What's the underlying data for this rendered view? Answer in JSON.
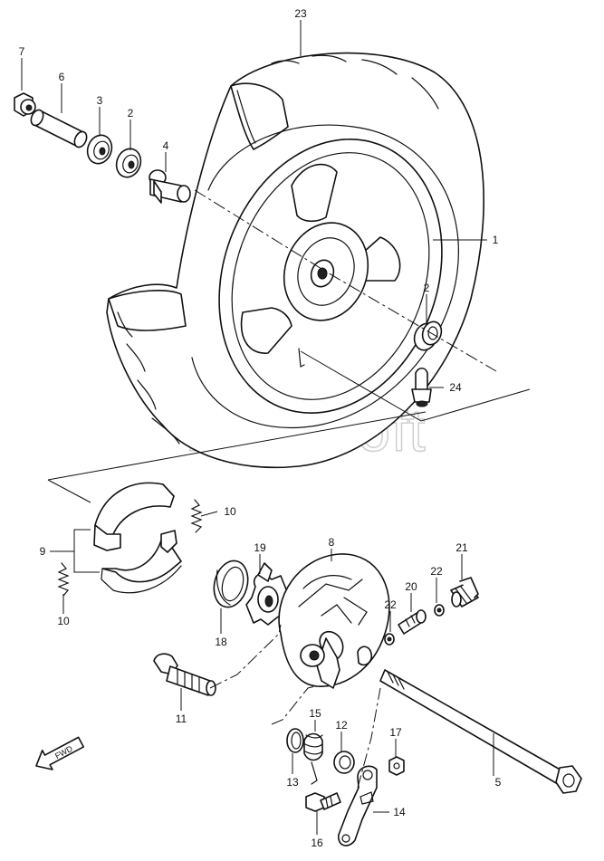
{
  "watermark": "AutoSoft",
  "fwd_label": "FWD",
  "callouts": [
    {
      "id": "c23",
      "text": "23"
    },
    {
      "id": "c7",
      "text": "7"
    },
    {
      "id": "c6",
      "text": "6"
    },
    {
      "id": "c3",
      "text": "3"
    },
    {
      "id": "c2a",
      "text": "2"
    },
    {
      "id": "c4",
      "text": "4"
    },
    {
      "id": "c1",
      "text": "1"
    },
    {
      "id": "c2b",
      "text": "2"
    },
    {
      "id": "c24",
      "text": "24"
    },
    {
      "id": "c10a",
      "text": "10"
    },
    {
      "id": "c9",
      "text": "9"
    },
    {
      "id": "c10b",
      "text": "10"
    },
    {
      "id": "c19",
      "text": "19"
    },
    {
      "id": "c8",
      "text": "8"
    },
    {
      "id": "c21",
      "text": "21"
    },
    {
      "id": "c22a",
      "text": "22"
    },
    {
      "id": "c20",
      "text": "20"
    },
    {
      "id": "c22b",
      "text": "22"
    },
    {
      "id": "c18",
      "text": "18"
    },
    {
      "id": "c11",
      "text": "11"
    },
    {
      "id": "c15",
      "text": "15"
    },
    {
      "id": "c12",
      "text": "12"
    },
    {
      "id": "c17",
      "text": "17"
    },
    {
      "id": "c13",
      "text": "13"
    },
    {
      "id": "c5",
      "text": "5"
    },
    {
      "id": "c14",
      "text": "14"
    },
    {
      "id": "c16",
      "text": "16"
    }
  ]
}
